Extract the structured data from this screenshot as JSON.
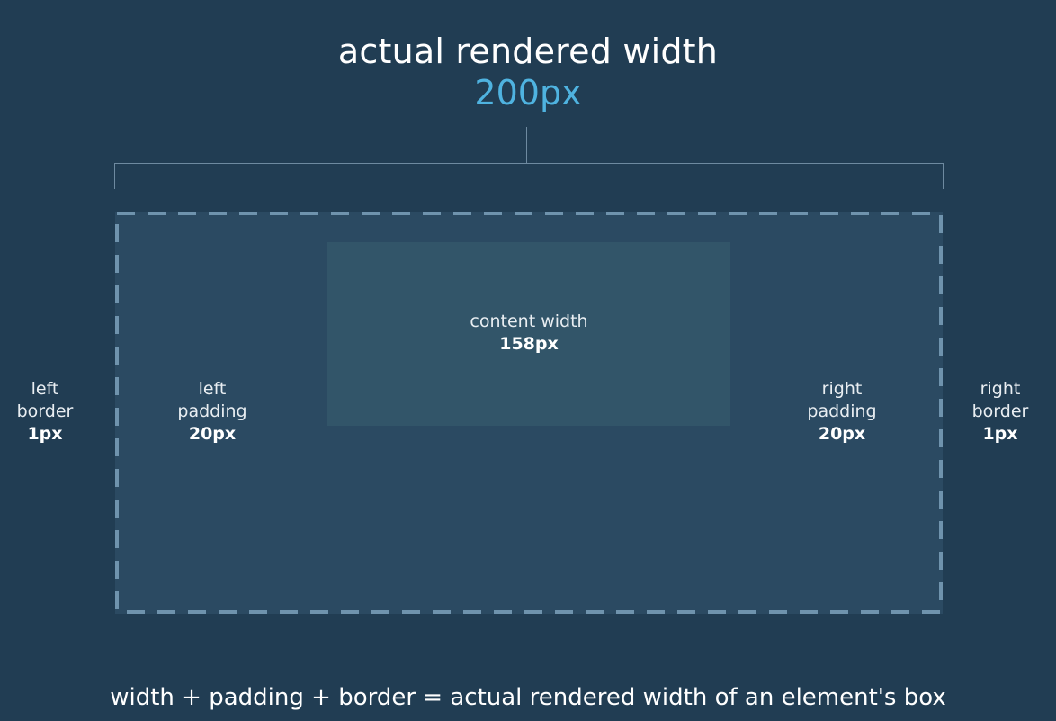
{
  "title": {
    "text": "actual rendered width",
    "value": "200px"
  },
  "content_box": {
    "label": "content width",
    "value": "158px"
  },
  "left_border": {
    "line1": "left",
    "line2": "border",
    "value": "1px"
  },
  "left_padding": {
    "line1": "left",
    "line2": "padding",
    "value": "20px"
  },
  "right_padding": {
    "line1": "right",
    "line2": "padding",
    "value": "20px"
  },
  "right_border": {
    "line1": "right",
    "line2": "border",
    "value": "1px"
  },
  "footer": {
    "text": "width + padding + border = actual rendered width of an element's box"
  },
  "colors": {
    "background": "#213d53",
    "box": "#2b4a62",
    "content": "#325569",
    "accent": "#4fb3e0",
    "dash_border": "#6f93ad",
    "bracket": "#6e8aa0"
  }
}
